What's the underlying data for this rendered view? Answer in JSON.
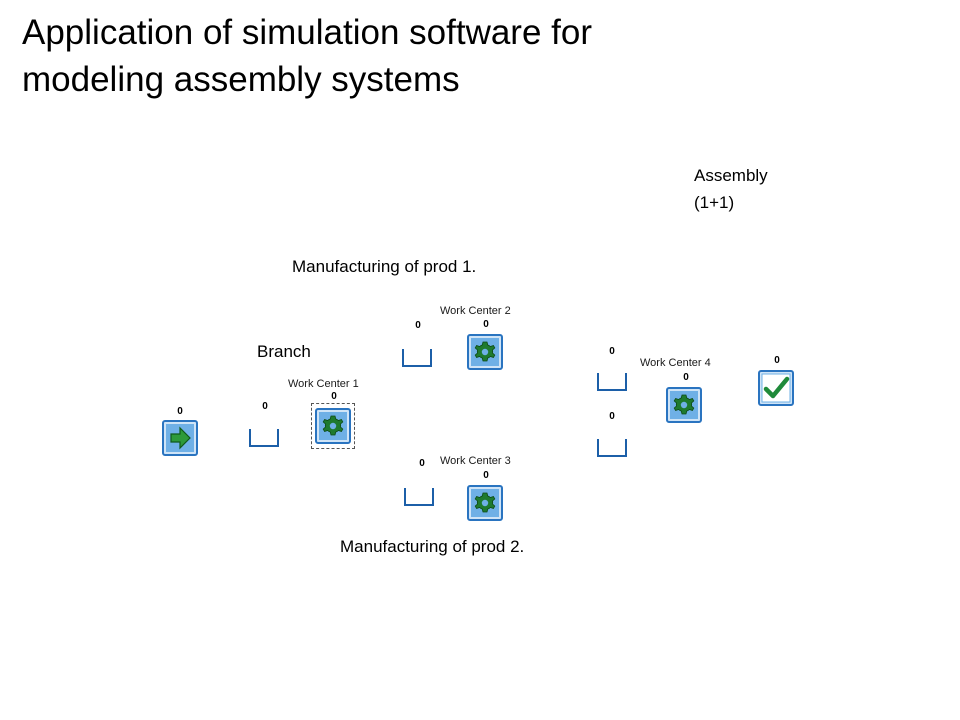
{
  "title": {
    "line1": "Application of simulation software for",
    "line2": "modeling assembly systems"
  },
  "annotations": {
    "assembly_line1": "Assembly",
    "assembly_line2": "(1+1)",
    "prod1": "Manufacturing of prod 1.",
    "branch": "Branch",
    "prod2": "Manufacturing of prod 2."
  },
  "model": {
    "source": {
      "count": "0",
      "icon": "arrow-right-icon"
    },
    "queue_branch": {
      "count": "0"
    },
    "work_center_1": {
      "name": "Work Center 1",
      "count": "0",
      "icon": "gear-icon"
    },
    "queue_prod1": {
      "count": "0"
    },
    "work_center_2": {
      "name": "Work Center 2",
      "count": "0",
      "icon": "gear-icon"
    },
    "queue_prod2": {
      "count": "0"
    },
    "work_center_3": {
      "name": "Work Center 3",
      "count": "0",
      "icon": "gear-icon"
    },
    "queue_assembly_1": {
      "count": "0"
    },
    "queue_assembly_2": {
      "count": "0"
    },
    "work_center_4": {
      "name": "Work Center 4",
      "count": "0",
      "icon": "gear-icon"
    },
    "sink": {
      "count": "0",
      "icon": "checkmark-icon"
    }
  },
  "colors": {
    "icon_border": "#2a74c0",
    "icon_fill": "#5fa7e3",
    "gear": "#1e7a2e",
    "arrow": "#2e9a3a",
    "check": "#1f8a3a",
    "queue_stroke": "#1c5fa8"
  }
}
